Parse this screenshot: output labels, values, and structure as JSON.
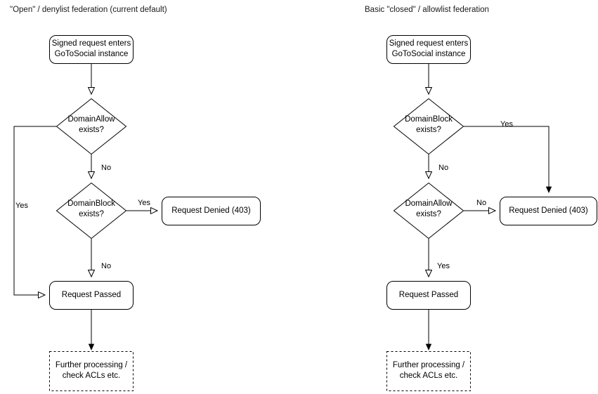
{
  "page": {
    "background": "#ffffff",
    "stroke_color": "#000000",
    "text_color": "#000000"
  },
  "diagrams": [
    {
      "id": "open-denylist",
      "title": "\"Open\" / denylist federation (current default)",
      "nodes": {
        "entry": {
          "line1": "Signed request enters",
          "line2": "GoToSocial instance"
        },
        "decision1": {
          "line1": "DomainAllow",
          "line2": "exists?"
        },
        "decision2": {
          "line1": "DomainBlock",
          "line2": "exists?"
        },
        "denied": {
          "line1": "Request Denied (403)"
        },
        "passed": {
          "line1": "Request Passed"
        },
        "further": {
          "line1": "Further processing /",
          "line2": "check ACLs etc."
        }
      },
      "edge_labels": {
        "allow_yes": "Yes",
        "allow_no": "No",
        "block_yes": "Yes",
        "block_no": "No"
      }
    },
    {
      "id": "closed-allowlist",
      "title": "Basic \"closed\" / allowlist federation",
      "nodes": {
        "entry": {
          "line1": "Signed request enters",
          "line2": "GoToSocial instance"
        },
        "decision1": {
          "line1": "DomainBlock",
          "line2": "exists?"
        },
        "decision2": {
          "line1": "DomainAllow",
          "line2": "exists?"
        },
        "denied": {
          "line1": "Request Denied (403)"
        },
        "passed": {
          "line1": "Request Passed"
        },
        "further": {
          "line1": "Further processing /",
          "line2": "check ACLs etc."
        }
      },
      "edge_labels": {
        "block_yes": "Yes",
        "block_no": "No",
        "allow_no": "No",
        "allow_yes": "Yes"
      }
    }
  ]
}
